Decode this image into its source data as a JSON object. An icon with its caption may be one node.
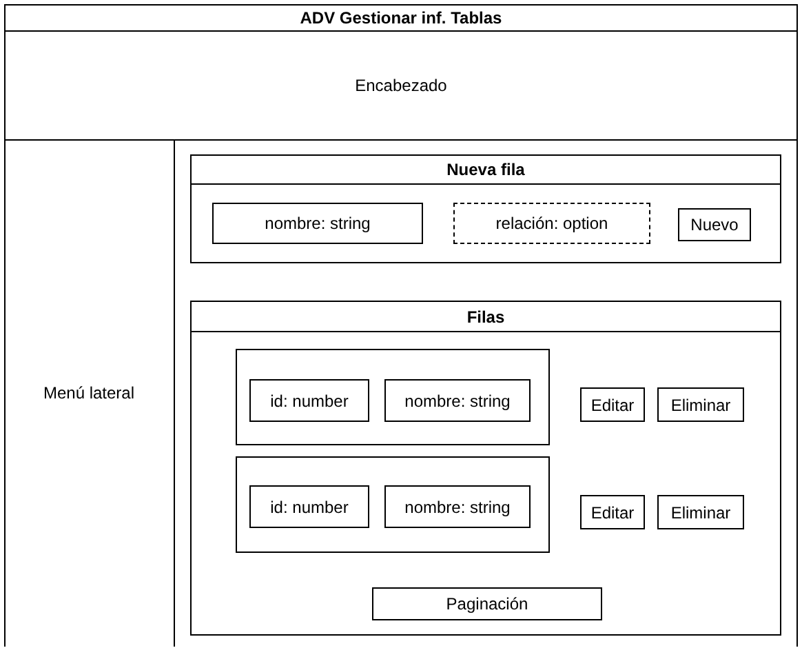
{
  "diagram": {
    "nodes": [
      {
        "text": [
          "ADV Gestionar inf. Tablas"
        ]
      },
      {
        "text": [
          "Encabezado"
        ],
        "in": 0
      },
      {
        "text": [
          "Menú lateral"
        ],
        "in": 0
      },
      {
        "text": [
          "Nueva fila"
        ],
        "in": 0
      },
      {
        "text": [
          "nombre: string"
        ],
        "in": 3
      },
      {
        "text": [
          "relación: option"
        ],
        "in": 3
      },
      {
        "text": [
          "Nuevo"
        ],
        "in": 3
      },
      {
        "text": [
          "Filas"
        ],
        "in": 0
      },
      {
        "text": [],
        "shape": "box",
        "in": 7
      },
      {
        "text": [
          "id: number"
        ],
        "in": 8
      },
      {
        "text": [
          "nombre: string"
        ],
        "in": 8
      },
      {
        "text": [
          "Editar"
        ],
        "in": 7
      },
      {
        "text": [
          "Eliminar"
        ],
        "in": 7
      },
      {
        "text": [],
        "shape": "box",
        "in": 7
      },
      {
        "text": [
          "id: number"
        ],
        "in": 13
      },
      {
        "text": [
          "nombre: string"
        ],
        "in": 13
      },
      {
        "text": [
          "Editar"
        ],
        "in": 7
      },
      {
        "text": [
          "Eliminar"
        ],
        "in": 7
      },
      {
        "text": [
          "Paginación"
        ],
        "in": 7
      }
    ]
  }
}
